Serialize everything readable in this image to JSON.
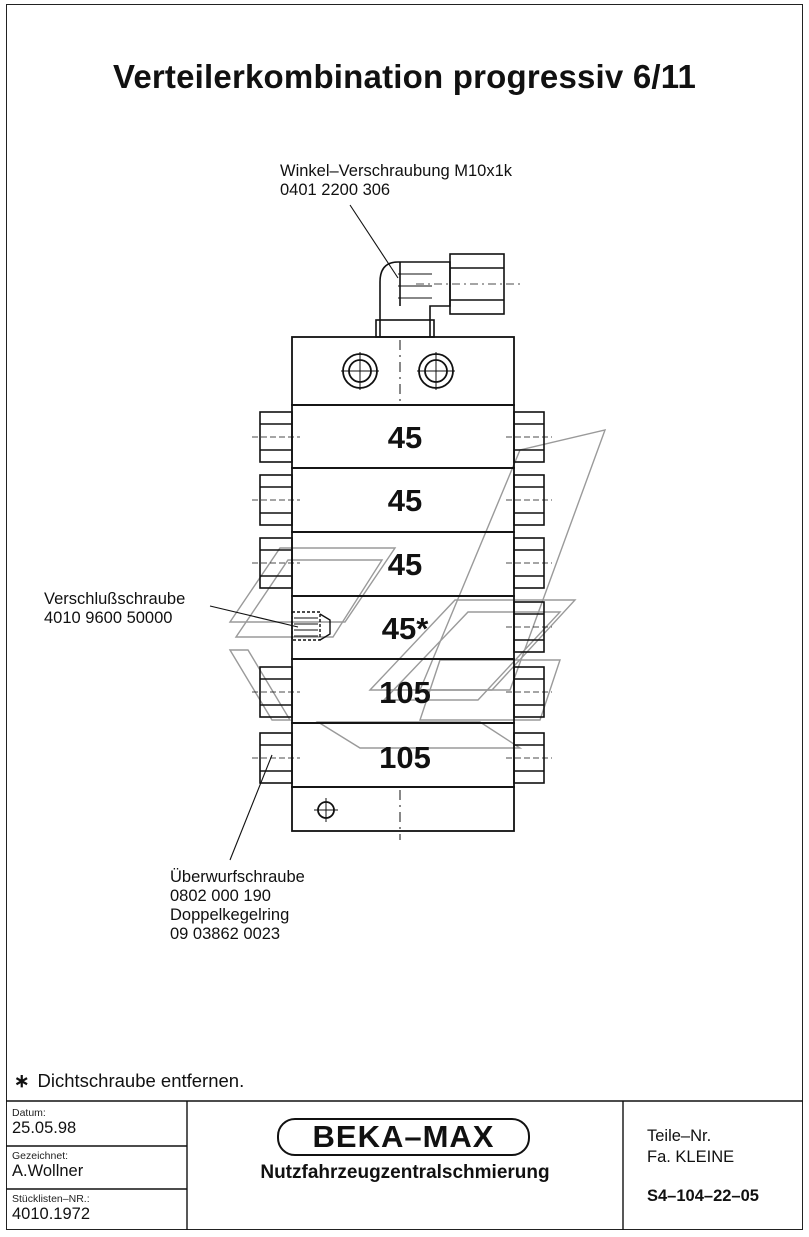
{
  "title": "Verteilerkombination progressiv 6/11",
  "labels": {
    "fitting": [
      "Winkel–Verschraubung M10x1k",
      "0401 2200 306"
    ],
    "plug": [
      "Verschlußschraube",
      "4010 9600 50000"
    ],
    "union": [
      "Überwurfschraube",
      "0802 000 190",
      "Doppelkegelring",
      "09 03862 0023"
    ]
  },
  "segments": [
    "45",
    "45",
    "45",
    "45*",
    "105",
    "105"
  ],
  "footnote": {
    "symbol": "∗",
    "text": "Dichtschraube entfernen."
  },
  "title_block": {
    "datum_label": "Datum:",
    "datum_value": "25.05.98",
    "gezeichnet_label": "Gezeichnet:",
    "gezeichnet_value": "A.Wollner",
    "stueckliste_label": "Stücklisten–NR.:",
    "stueckliste_value": "4010.1972",
    "logo": "BEKA–MAX",
    "company": "Nutzfahrzeugzentralschmierung",
    "teile_label": "Teile–Nr.",
    "customer": "Fa. KLEINE",
    "drawing_number": "S4–104–22–05"
  },
  "colors": {
    "line": "#111111",
    "watermark": "#9a9a9a"
  }
}
